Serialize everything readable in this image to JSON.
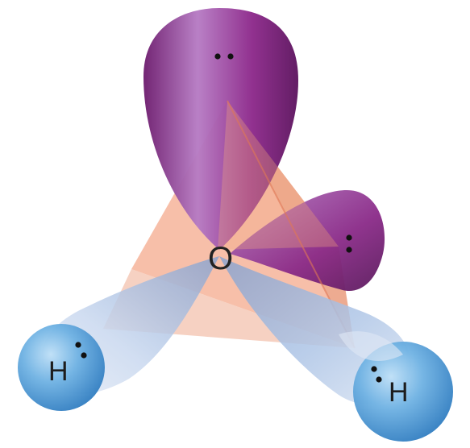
{
  "molecule": {
    "central_atom": "O",
    "bonded_atoms": [
      {
        "label": "H"
      },
      {
        "label": "H"
      }
    ]
  },
  "colors": {
    "lone_pair_orbital": "#8e2b8c",
    "bonding_orbital": "#8fb0dc",
    "hydrogen_atom": "#3f8fd2",
    "tetrahedron_face": "#f6b49a",
    "tetrahedron_edge": "#e07755"
  },
  "icons": {
    "electron_pair": "two-dots"
  }
}
